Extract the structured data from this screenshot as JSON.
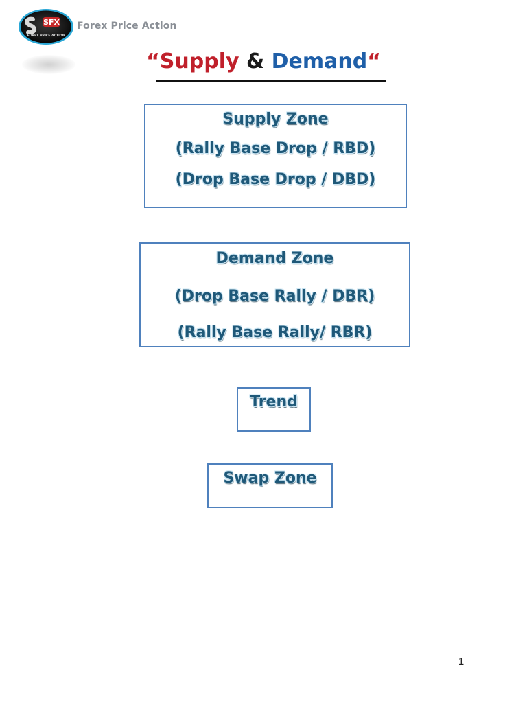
{
  "header": {
    "logo_text": "SFX",
    "logo_subtext": "FOREX PRICE ACTION",
    "brand_name": "Forex Price Action"
  },
  "title": {
    "open_quote": "“",
    "supply": "Supply",
    "ampersand": "&",
    "demand": "Demand",
    "close_quote": "“"
  },
  "supply_zone": {
    "heading": "Supply Zone",
    "line1": "(Rally Base Drop / RBD)",
    "line2": "(Drop Base Drop / DBD)"
  },
  "demand_zone": {
    "heading": "Demand Zone",
    "line1": "(Drop Base Rally / DBR)",
    "line2": "(Rally Base Rally/ RBR)"
  },
  "trend": {
    "label": "Trend"
  },
  "swap_zone": {
    "label": "Swap Zone"
  },
  "footer": {
    "page_number": "1"
  },
  "colors": {
    "supply_red": "#c0202b",
    "demand_blue": "#1f5fa8",
    "box_border": "#4f81bd",
    "box_text": "#1f5878"
  },
  "icons": {
    "logo": "sfx-logo-icon"
  }
}
